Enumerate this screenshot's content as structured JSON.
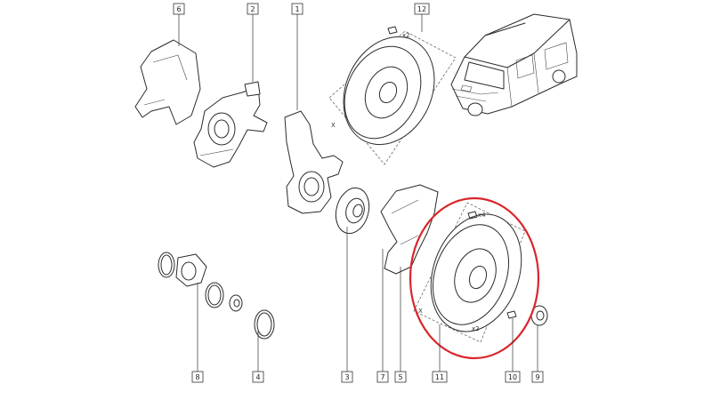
{
  "callouts": [
    {
      "id": "c6",
      "label": "6"
    },
    {
      "id": "c2",
      "label": "2"
    },
    {
      "id": "c1",
      "label": "1"
    },
    {
      "id": "c12",
      "label": "12"
    },
    {
      "id": "c8",
      "label": "8"
    },
    {
      "id": "c4",
      "label": "4"
    },
    {
      "id": "c3",
      "label": "3"
    },
    {
      "id": "c7",
      "label": "7"
    },
    {
      "id": "c5",
      "label": "5"
    },
    {
      "id": "c11",
      "label": "11"
    },
    {
      "id": "c10",
      "label": "10"
    },
    {
      "id": "c9",
      "label": "9"
    }
  ],
  "quantities": {
    "upper_screw": "x2",
    "lower_screw": "x4",
    "disc_bolts": "x2"
  },
  "highlight_color": "#d9262c",
  "line_color": "#2b2b2b"
}
